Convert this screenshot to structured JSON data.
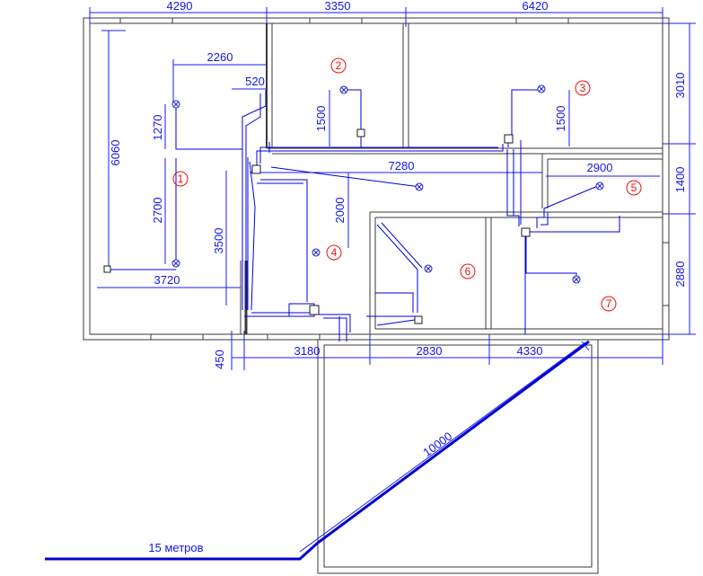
{
  "dimensions": {
    "top_1": "4290",
    "top_2": "3350",
    "top_3": "6420",
    "right_1": "3010",
    "right_2": "1400",
    "right_3": "2880",
    "left_6060": "6060",
    "inner_2260": "2260",
    "inner_520": "520",
    "inner_1270": "1270",
    "inner_2700": "2700",
    "inner_3720": "3720",
    "inner_3500": "3500",
    "inner_1500a": "1500",
    "inner_1500b": "1500",
    "inner_7280": "7280",
    "inner_2900": "2900",
    "inner_2000": "2000",
    "bottom_450": "450",
    "bottom_3180": "3180",
    "bottom_2830": "2830",
    "bottom_4330": "4330",
    "cable_10000": "10000",
    "cable_15m": "15 метров"
  },
  "rooms": [
    "1",
    "2",
    "3",
    "4",
    "5",
    "6",
    "7"
  ]
}
